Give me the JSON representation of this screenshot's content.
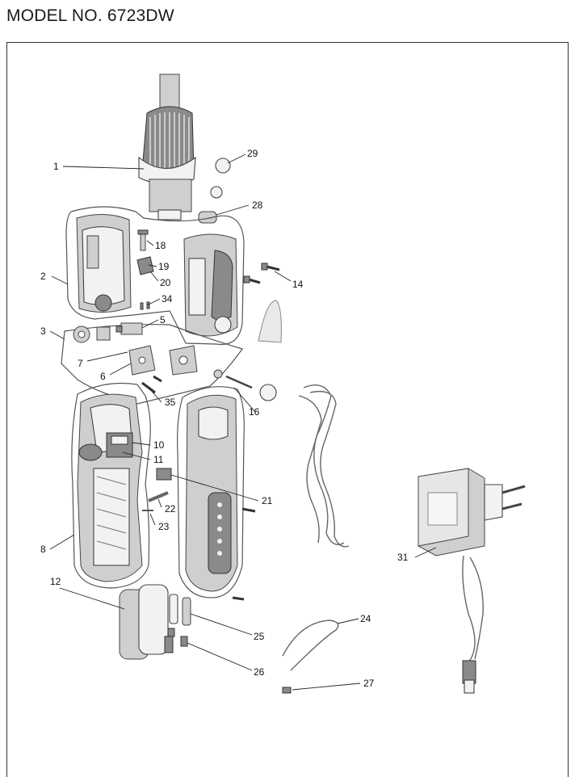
{
  "header": {
    "title": "MODEL NO. 6723DW"
  },
  "callouts": {
    "c1": "1",
    "c2": "2",
    "c3": "3",
    "c5": "5",
    "c6": "6",
    "c7": "7",
    "c8": "8",
    "c10": "10",
    "c11": "11",
    "c12": "12",
    "c14": "14",
    "c16": "16",
    "c18": "18",
    "c19": "19",
    "c20": "20",
    "c21": "21",
    "c22": "22",
    "c23": "23",
    "c24": "24",
    "c25": "25",
    "c26": "26",
    "c27": "27",
    "c28": "28",
    "c29": "29",
    "c31": "31",
    "c34": "34",
    "c35": "35"
  }
}
